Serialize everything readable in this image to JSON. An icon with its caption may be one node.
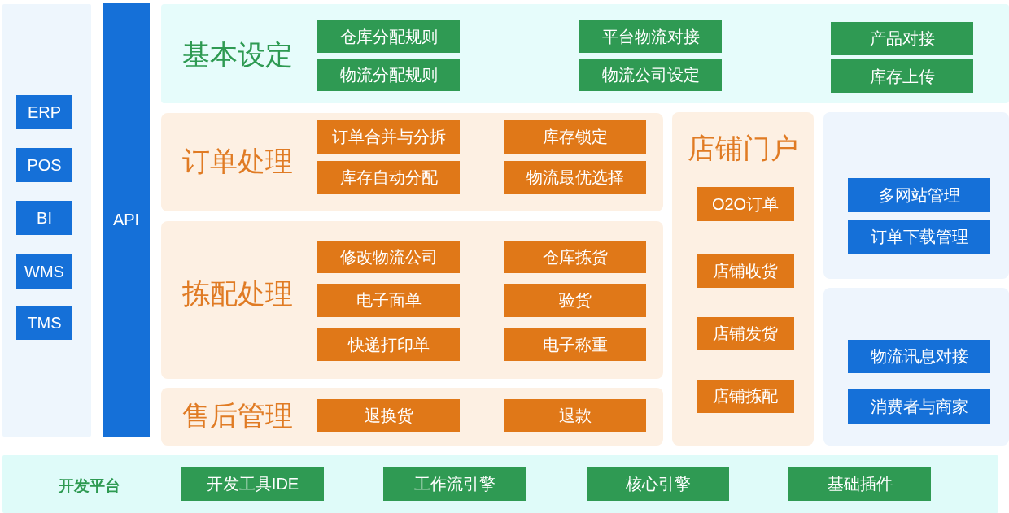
{
  "diagram": {
    "nodes": [
      {
        "text": [],
        "shape": "box"
      },
      {
        "text": [
          "ERP"
        ],
        "in": 0
      },
      {
        "text": [
          "POS"
        ],
        "in": 0
      },
      {
        "text": [
          "BI"
        ],
        "in": 0
      },
      {
        "text": [
          "WMS"
        ],
        "in": 0
      },
      {
        "text": [
          "TMS"
        ],
        "in": 0
      },
      {
        "text": [
          "API"
        ]
      },
      {
        "text": [
          "基本设定"
        ]
      },
      {
        "text": [
          "仓库分配规则"
        ],
        "in": 7
      },
      {
        "text": [
          "平台物流对接"
        ],
        "in": 7
      },
      {
        "text": [
          "产品对接"
        ],
        "in": 7
      },
      {
        "text": [
          "物流分配规则"
        ],
        "in": 7
      },
      {
        "text": [
          "物流公司设定"
        ],
        "in": 7
      },
      {
        "text": [
          "库存上传"
        ],
        "in": 7
      },
      {
        "text": [
          "订单处理"
        ]
      },
      {
        "text": [
          "订单合并与分拆"
        ],
        "in": 14
      },
      {
        "text": [
          "库存锁定"
        ],
        "in": 14
      },
      {
        "text": [
          "库存自动分配"
        ],
        "in": 14
      },
      {
        "text": [
          "物流最优选择"
        ],
        "in": 14
      },
      {
        "text": [
          "拣配处理"
        ]
      },
      {
        "text": [
          "修改物流公司"
        ],
        "in": 19
      },
      {
        "text": [
          "仓库拣货"
        ],
        "in": 19
      },
      {
        "text": [
          "电子面单"
        ],
        "in": 19
      },
      {
        "text": [
          "验货"
        ],
        "in": 19
      },
      {
        "text": [
          "快递打印单"
        ],
        "in": 19
      },
      {
        "text": [
          "电子称重"
        ],
        "in": 19
      },
      {
        "text": [
          "售后管理"
        ]
      },
      {
        "text": [
          "退换货"
        ],
        "in": 26
      },
      {
        "text": [
          "退款"
        ],
        "in": 26
      },
      {
        "text": [
          "店铺门户"
        ]
      },
      {
        "text": [
          "O2O订单"
        ],
        "in": 29
      },
      {
        "text": [
          "店铺收货"
        ],
        "in": 29
      },
      {
        "text": [
          "店铺发货"
        ],
        "in": 29
      },
      {
        "text": [
          "店铺拣配"
        ],
        "in": 29
      },
      {
        "text": [],
        "shape": "box"
      },
      {
        "text": [
          "多网站管理"
        ],
        "in": 34
      },
      {
        "text": [
          "订单下载管理"
        ],
        "in": 34
      },
      {
        "text": [],
        "shape": "box"
      },
      {
        "text": [
          "物流讯息对接"
        ],
        "in": 37
      },
      {
        "text": [
          "消费者与商家"
        ],
        "in": 37
      },
      {
        "text": [
          "开发平台"
        ]
      },
      {
        "text": [
          "开发工具IDE"
        ],
        "in": 40
      },
      {
        "text": [
          "工作流引擎"
        ],
        "in": 40
      },
      {
        "text": [
          "核心引擎"
        ],
        "in": 40
      },
      {
        "text": [
          "基础插件"
        ],
        "in": 40
      }
    ]
  }
}
